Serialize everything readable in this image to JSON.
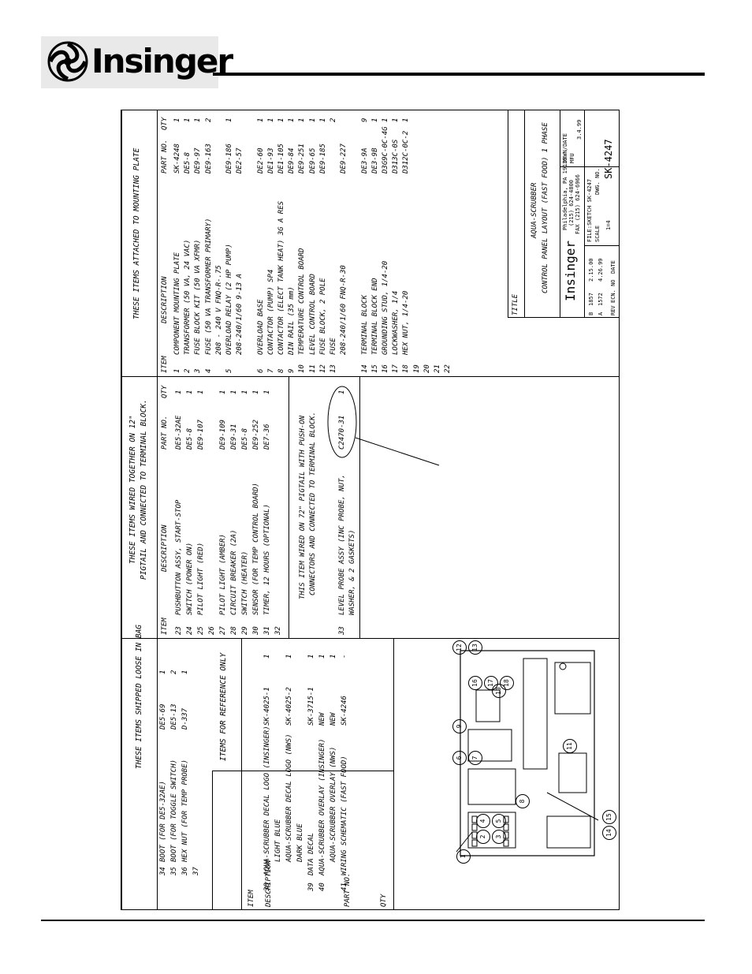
{
  "header": {
    "logo_text": "Insinger"
  },
  "bag": {
    "title": "THESE ITEMS SHIPPED LOOSE IN BAG",
    "rows": [
      {
        "item": "34",
        "desc": "BOOT (FOR DE5-32AE)",
        "part": "DE5-69",
        "qty": "1"
      },
      {
        "item": "35",
        "desc": "BOOT (FOR TOGGLE SWITCH)",
        "part": "DE5-13",
        "qty": "2"
      },
      {
        "item": "36",
        "desc": "HEX NUT (FOR TEMP PROBE)",
        "part": "D-337",
        "qty": "1"
      },
      {
        "item": "37",
        "desc": "",
        "part": "",
        "qty": ""
      }
    ]
  },
  "reference": {
    "title": "ITEMS FOR REFERENCE ONLY",
    "headers": {
      "item": "ITEM",
      "desc": "DESCRIPTION",
      "part": "PART NO.",
      "qty": "QTY"
    },
    "rows": [
      {
        "item": "38",
        "desc": "AQUA-SCRUBBER DECAL LOGO (INSINGER)",
        "part": "SK-4025-1",
        "qty": "1"
      },
      {
        "item": "",
        "desc": "LIGHT BLUE",
        "part": "",
        "qty": ""
      },
      {
        "item": "",
        "desc": "AQUA-SCRUBBER DECAL LOGO (NWS)",
        "part": "SK-4025-2",
        "qty": "1"
      },
      {
        "item": "",
        "desc": "DARK BLUE",
        "part": "",
        "qty": ""
      },
      {
        "item": "39",
        "desc": "DATA DECAL",
        "part": "SK-3715-1",
        "qty": "1"
      },
      {
        "item": "40",
        "desc": "AQUA-SCRUBBER OVERLAY (INSINGER)",
        "part": "NEW",
        "qty": "1"
      },
      {
        "item": "",
        "desc": "AQUA-SCRUBBER OVERLAY (NWS)",
        "part": "NEW",
        "qty": "1"
      },
      {
        "item": "41",
        "desc": "WIRING SCHEMATIC (FAST FOOD)",
        "part": "SK-4246",
        "qty": "-"
      }
    ]
  },
  "pigtail": {
    "title_line1": "THESE ITEMS WIRED TOGETHER ON 12\"",
    "title_line2": "PIGTAIL AND CONNECTED TO TERMINAL BLOCK.",
    "headers": {
      "item": "ITEM",
      "desc": "DESCRIPTION",
      "part": "PART NO.",
      "qty": "QTY"
    },
    "rows": [
      {
        "item": "23",
        "desc": "PUSHBUTTON ASSY, START-STOP",
        "part": "DE5-32AE",
        "qty": "1"
      },
      {
        "item": "24",
        "desc": "SWITCH (POWER ON)",
        "part": "DE5-8",
        "qty": "1"
      },
      {
        "item": "25",
        "desc": "PILOT LIGHT (RED)",
        "part": "DE9-107",
        "qty": "1"
      },
      {
        "item": "26",
        "desc": "",
        "part": "",
        "qty": ""
      },
      {
        "item": "27",
        "desc": "PILOT LIGHT (AMBER)",
        "part": "DE9-109",
        "qty": "1"
      },
      {
        "item": "28",
        "desc": "CIRCUIT BREAKER (2A)",
        "part": "DE9-31",
        "qty": "1"
      },
      {
        "item": "29",
        "desc": "SWITCH (HEATER)",
        "part": "DE5-8",
        "qty": "1"
      },
      {
        "item": "30",
        "desc": "SENSOR (FOR TEMP CONTROL BOARD)",
        "part": "DE9-252",
        "qty": "1"
      },
      {
        "item": "31",
        "desc": "TIMER, 12 HOURS (OPTIONAL)",
        "part": "DE7-36",
        "qty": "1"
      },
      {
        "item": "32",
        "desc": "",
        "part": "",
        "qty": ""
      }
    ],
    "note_line1": "THIS ITEM WIRED ON 72\" PIGTAIL WITH PUSH-ON",
    "note_line2": "CONNECTORS AND CONNECTED TO TERMINAL BLOCK.",
    "probe": {
      "item": "33",
      "desc": "LEVEL PROBE ASSY (INC PROBE, NUT,",
      "desc2": "WASHER, & 2 GASKETS)",
      "part": "C2470-31",
      "qty": "1"
    }
  },
  "plate": {
    "title": "THESE ITEMS ATTACHED TO MOUNTING PLATE",
    "headers": {
      "item": "ITEM",
      "desc": "DESCRIPTION",
      "part": "PART NO.",
      "qty": "QTY"
    },
    "rows": [
      {
        "item": "1",
        "desc": "COMPONENT MOUNTING PLATE",
        "part": "SK-4248",
        "qty": "1"
      },
      {
        "item": "2",
        "desc": "TRANSFORMER (50 VA, 24 VAC)",
        "part": "DE5-8",
        "qty": "1"
      },
      {
        "item": "3",
        "desc": "FUSE BLOCK KIT (50 VA XFMR)",
        "part": "DE9-97",
        "qty": "1"
      },
      {
        "item": "4",
        "desc": "FUSE (50 VA TRANSFORMER PRIMARY)",
        "part": "DE9-163",
        "qty": "2"
      },
      {
        "item": "",
        "desc": "208 - 240 V     FNQ-R-.75",
        "part": "",
        "qty": ""
      },
      {
        "item": "5",
        "desc": "OVERLOAD RELAY (2 HP PUMP)",
        "part": "DE9-186",
        "qty": "1"
      },
      {
        "item": "",
        "desc": "208-240/1/60      9-13 A",
        "part": "DE2-57",
        "qty": ""
      },
      {
        "item": "",
        "desc": "",
        "part": "",
        "qty": ""
      },
      {
        "item": "6",
        "desc": "OVERLOAD BASE",
        "part": "DE2-60",
        "qty": "1"
      },
      {
        "item": "7",
        "desc": "CONTACTOR (PUMP)     SP4",
        "part": "DE1-93",
        "qty": "1"
      },
      {
        "item": "8",
        "desc": "CONTACTOR (ELECT TANK HEAT) 3G A RES",
        "part": "DE1-105",
        "qty": "1"
      },
      {
        "item": "9",
        "desc": "DIN RAIL (35 mm)",
        "part": "DE9-84",
        "qty": "1"
      },
      {
        "item": "10",
        "desc": "TEMPERATURE CONTROL BOARD",
        "part": "DE9-251",
        "qty": "1"
      },
      {
        "item": "11",
        "desc": "LEVEL CONTROL BOARD",
        "part": "DE9-65",
        "qty": "1"
      },
      {
        "item": "12",
        "desc": "FUSE BLOCK, 2 POLE",
        "part": "DE9-185",
        "qty": "1"
      },
      {
        "item": "13",
        "desc": "FUSE",
        "part": "",
        "qty": "2"
      },
      {
        "item": "",
        "desc": "208-240/1/60     FNQ-R-30",
        "part": "DE9-227",
        "qty": ""
      },
      {
        "item": "",
        "desc": "",
        "part": "",
        "qty": ""
      },
      {
        "item": "14",
        "desc": "TERMINAL BLOCK",
        "part": "DE3-9A",
        "qty": "9"
      },
      {
        "item": "15",
        "desc": "TERMINAL BLOCK END",
        "part": "DE3-9B",
        "qty": "1"
      },
      {
        "item": "16",
        "desc": "GROUNDING STUD, 1/4-20",
        "part": "D3G9C-0C-4G",
        "qty": "1"
      },
      {
        "item": "17",
        "desc": "LOCKWASHER, 1/4",
        "part": "D313C-0S",
        "qty": "1"
      },
      {
        "item": "18",
        "desc": "HEX NUT, 1/4-20",
        "part": "D312C-0C-2",
        "qty": "1"
      },
      {
        "item": "19",
        "desc": "",
        "part": "",
        "qty": ""
      },
      {
        "item": "20",
        "desc": "",
        "part": "",
        "qty": ""
      },
      {
        "item": "21",
        "desc": "",
        "part": "",
        "qty": ""
      },
      {
        "item": "22",
        "desc": "",
        "part": "",
        "qty": ""
      }
    ]
  },
  "title_block": {
    "title_label": "TITLE",
    "line1": "AQUA-SCRUBBER",
    "line2": "CONTROL PANEL LAYOUT (FAST FOOD) 1 PHASE",
    "company": "Insinger",
    "address": "Philadelphia, PA 19135",
    "phone": "(215) 624-4800",
    "fax": "FAX (215) 624-6966",
    "drwn_label": "DRWN/DATE",
    "drwn": "MFU",
    "drwn_date": "3.4.99",
    "file": "FILE:SKETCH SK-4247",
    "scale_label": "SCALE",
    "scale": "1=4",
    "dwg_label": "DWG. NO.",
    "dwg_no": "SK-4247",
    "revs": [
      {
        "rev": "B",
        "ecn": "1857",
        "date": "2.15.00"
      },
      {
        "rev": "A",
        "ecn": "1572",
        "date": "4.26.99"
      }
    ],
    "rev_label": "REV",
    "ecn_label": "ECN. NO",
    "date_label": "DATE"
  },
  "callouts": [
    "1",
    "2",
    "3",
    "4",
    "5",
    "6",
    "7",
    "8",
    "9",
    "10",
    "11",
    "12",
    "13",
    "14",
    "15",
    "16",
    "17",
    "18"
  ]
}
